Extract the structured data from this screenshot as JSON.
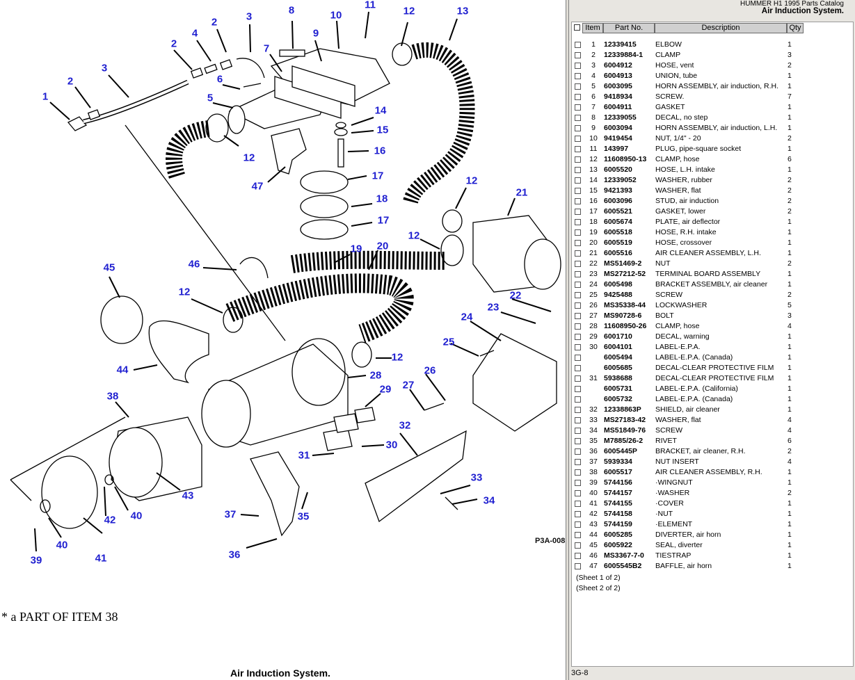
{
  "header": {
    "catalog_name": "HUMMER H1 1995 Parts Catalog",
    "section_title": "Air Induction System."
  },
  "diagram": {
    "figure_code": "P3A-008",
    "footnote": "* a PART OF ITEM 38",
    "caption": "Air Induction System.",
    "callouts": [
      "1",
      "2",
      "3",
      "2",
      "4",
      "2",
      "3",
      "5",
      "6",
      "7",
      "8",
      "9",
      "10",
      "11",
      "12",
      "13",
      "14",
      "15",
      "16",
      "12",
      "47",
      "17",
      "18",
      "17",
      "12",
      "21",
      "12",
      "19",
      "20",
      "45",
      "46",
      "12",
      "44",
      "38",
      "22",
      "23",
      "24",
      "25",
      "26",
      "27",
      "28",
      "29",
      "12",
      "32",
      "30",
      "31",
      "43",
      "42",
      "40",
      "41",
      "40",
      "39",
      "37",
      "35",
      "36",
      "33",
      "34"
    ]
  },
  "parts_table": {
    "columns": [
      "Item",
      "Part No.",
      "Description",
      "Qty"
    ],
    "rows": [
      {
        "item": "1",
        "part_no": "12339415",
        "description": "ELBOW",
        "qty": "1"
      },
      {
        "item": "2",
        "part_no": "12339884-1",
        "description": "CLAMP",
        "qty": "3"
      },
      {
        "item": "3",
        "part_no": "6004912",
        "description": "HOSE, vent",
        "qty": "2"
      },
      {
        "item": "4",
        "part_no": "6004913",
        "description": "UNION, tube",
        "qty": "1"
      },
      {
        "item": "5",
        "part_no": "6003095",
        "description": "HORN ASSEMBLY, air induction, R.H.",
        "qty": "1"
      },
      {
        "item": "6",
        "part_no": "9418934",
        "description": "SCREW.",
        "qty": "7"
      },
      {
        "item": "7",
        "part_no": "6004911",
        "description": "GASKET",
        "qty": "1"
      },
      {
        "item": "8",
        "part_no": "12339055",
        "description": "DECAL, no step",
        "qty": "1"
      },
      {
        "item": "9",
        "part_no": "6003094",
        "description": "HORN ASSEMBLY, air induction, L.H.",
        "qty": "1"
      },
      {
        "item": "10",
        "part_no": "9419454",
        "description": "NUT, 1/4\" - 20",
        "qty": "2"
      },
      {
        "item": "11",
        "part_no": "143997",
        "description": "PLUG, pipe-square socket",
        "qty": "1"
      },
      {
        "item": "12",
        "part_no": "11608950-13",
        "description": "CLAMP, hose",
        "qty": "6"
      },
      {
        "item": "13",
        "part_no": "6005520",
        "description": "HOSE, L.H. intake",
        "qty": "1"
      },
      {
        "item": "14",
        "part_no": "12339052",
        "description": "WASHER, rubber",
        "qty": "2"
      },
      {
        "item": "15",
        "part_no": "9421393",
        "description": "WASHER, flat",
        "qty": "2"
      },
      {
        "item": "16",
        "part_no": "6003096",
        "description": "STUD, air induction",
        "qty": "2"
      },
      {
        "item": "17",
        "part_no": "6005521",
        "description": "GASKET, lower",
        "qty": "2"
      },
      {
        "item": "18",
        "part_no": "6005674",
        "description": "PLATE, air deflector",
        "qty": "1"
      },
      {
        "item": "19",
        "part_no": "6005518",
        "description": "HOSE, R.H. intake",
        "qty": "1"
      },
      {
        "item": "20",
        "part_no": "6005519",
        "description": "HOSE, crossover",
        "qty": "1"
      },
      {
        "item": "21",
        "part_no": "6005516",
        "description": "AIR CLEANER ASSEMBLY, L.H.",
        "qty": "1"
      },
      {
        "item": "22",
        "part_no": "MS51469-2",
        "description": "NUT",
        "qty": "2"
      },
      {
        "item": "23",
        "part_no": "MS27212-52",
        "description": "TERMINAL BOARD ASSEMBLY",
        "qty": "1"
      },
      {
        "item": "24",
        "part_no": "6005498",
        "description": "BRACKET ASSEMBLY, air cleaner",
        "qty": "1"
      },
      {
        "item": "25",
        "part_no": "9425488",
        "description": "SCREW",
        "qty": "2"
      },
      {
        "item": "26",
        "part_no": "MS35338-44",
        "description": "LOCKWASHER",
        "qty": "5"
      },
      {
        "item": "27",
        "part_no": "MS90728-6",
        "description": "BOLT",
        "qty": "3"
      },
      {
        "item": "28",
        "part_no": "11608950-26",
        "description": "CLAMP, hose",
        "qty": "4"
      },
      {
        "item": "29",
        "part_no": "6001710",
        "description": "DECAL, warning",
        "qty": "1"
      },
      {
        "item": "30",
        "part_no": "6004101",
        "description": "LABEL-E.P.A.",
        "qty": "1"
      },
      {
        "item": "",
        "part_no": "6005494",
        "description": "LABEL-E.P.A. (Canada)",
        "qty": "1"
      },
      {
        "item": "",
        "part_no": "6005685",
        "description": "DECAL-CLEAR PROTECTIVE FILM",
        "qty": "1"
      },
      {
        "item": "31",
        "part_no": "5938688",
        "description": "DECAL-CLEAR PROTECTIVE FILM",
        "qty": "1"
      },
      {
        "item": "",
        "part_no": "6005731",
        "description": "LABEL-E.P.A. (California)",
        "qty": "1"
      },
      {
        "item": "",
        "part_no": "6005732",
        "description": "LABEL-E.P.A. (Canada)",
        "qty": "1"
      },
      {
        "item": "32",
        "part_no": "12338863P",
        "description": "SHIELD, air cleaner",
        "qty": "1"
      },
      {
        "item": "33",
        "part_no": "MS27183-42",
        "description": "WASHER, flat",
        "qty": "4"
      },
      {
        "item": "34",
        "part_no": "MS51849-76",
        "description": "SCREW",
        "qty": "4"
      },
      {
        "item": "35",
        "part_no": "M7885/26-2",
        "description": "RIVET",
        "qty": "6"
      },
      {
        "item": "36",
        "part_no": "6005445P",
        "description": "BRACKET, air cleaner, R.H.",
        "qty": "2"
      },
      {
        "item": "37",
        "part_no": "5939334",
        "description": "NUT INSERT",
        "qty": "4"
      },
      {
        "item": "38",
        "part_no": "6005517",
        "description": "AIR CLEANER ASSEMBLY, R.H.",
        "qty": "1"
      },
      {
        "item": "39",
        "part_no": "5744156",
        "description": "·WINGNUT",
        "qty": "1"
      },
      {
        "item": "40",
        "part_no": "5744157",
        "description": "·WASHER",
        "qty": "2"
      },
      {
        "item": "41",
        "part_no": "5744155",
        "description": "·COVER",
        "qty": "1"
      },
      {
        "item": "42",
        "part_no": "5744158",
        "description": "·NUT",
        "qty": "1"
      },
      {
        "item": "43",
        "part_no": "5744159",
        "description": "·ELEMENT",
        "qty": "1"
      },
      {
        "item": "44",
        "part_no": "6005285",
        "description": "DIVERTER, air horn",
        "qty": "1"
      },
      {
        "item": "45",
        "part_no": "6005922",
        "description": "SEAL, diverter",
        "qty": "1"
      },
      {
        "item": "46",
        "part_no": "MS3367-7-0",
        "description": "TIESTRAP",
        "qty": "1"
      },
      {
        "item": "47",
        "part_no": "6005545B2",
        "description": "BAFFLE, air horn",
        "qty": "1"
      }
    ],
    "sheets": [
      "(Sheet 1 of 2)",
      "(Sheet 2 of 2)"
    ]
  },
  "footer": {
    "page_ref": "3G-8"
  }
}
